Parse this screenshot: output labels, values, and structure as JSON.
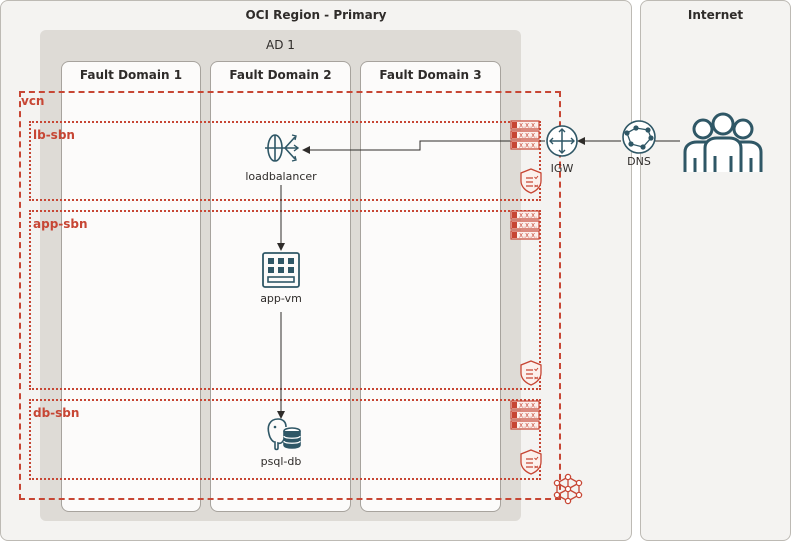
{
  "region": {
    "title": "OCI Region - Primary"
  },
  "internet": {
    "title": "Internet"
  },
  "ad": {
    "title": "AD 1"
  },
  "fault_domains": [
    {
      "title": "Fault Domain 1"
    },
    {
      "title": "Fault Domain 2"
    },
    {
      "title": "Fault Domain 3"
    }
  ],
  "vcn": {
    "label": "vcn"
  },
  "subnets": [
    {
      "label": "lb-sbn",
      "table_text": "X.X.X."
    },
    {
      "label": "app-sbn",
      "table_text": "X.X.X."
    },
    {
      "label": "db-sbn",
      "table_text": "X.X.X."
    }
  ],
  "nodes": {
    "loadbalancer": "loadbalancer",
    "app_vm": "app-vm",
    "psql_db": "psql-db",
    "igw": "IGW",
    "dns": "DNS"
  },
  "colors": {
    "accent": "#c74634",
    "icon": "#2f5766",
    "region_bg": "#f4f3f1",
    "ad_bg": "#dedbd6"
  }
}
